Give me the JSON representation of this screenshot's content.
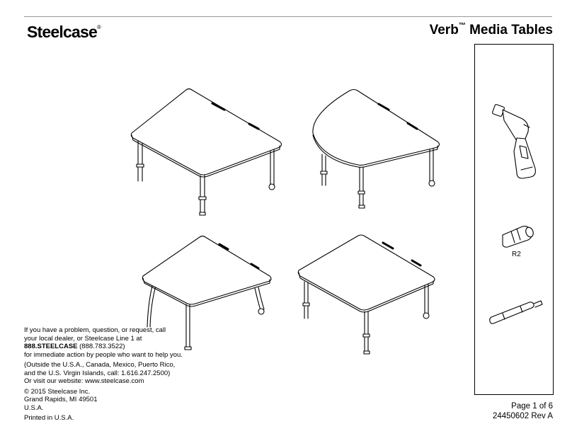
{
  "header": {
    "brand": "Steelcase",
    "brand_mark": "®",
    "title": "Verb",
    "title_mark": "™",
    "title_rest": " Media Tables"
  },
  "tools": {
    "items": [
      {
        "icon": "drill-icon",
        "label": ""
      },
      {
        "icon": "hex-bit-icon",
        "label": "R2"
      },
      {
        "icon": "bit-extension-icon",
        "label": ""
      }
    ]
  },
  "contact": {
    "line1": "If you have a problem, question, or request, call",
    "line2": "your local dealer, or Steelcase Line 1 at",
    "phone_bold": "888.STEELCASE",
    "phone_number": " (888.783.3522)",
    "line4": "for immediate action by people who want to help you.",
    "line5": "(Outside the U.S.A., Canada, Mexico, Puerto Rico,",
    "line6": "and the U.S. Virgin Islands, call: 1.616.247.2500)",
    "line7": "Or visit our website: www.steelcase.com",
    "copyright": "© 2015 Steelcase Inc.",
    "city": "Grand Rapids, MI 49501",
    "country": "U.S.A.",
    "printed": "Printed in U.S.A."
  },
  "footer": {
    "page": "Page 1 of 6",
    "doc_number": "24450602 Rev A"
  }
}
